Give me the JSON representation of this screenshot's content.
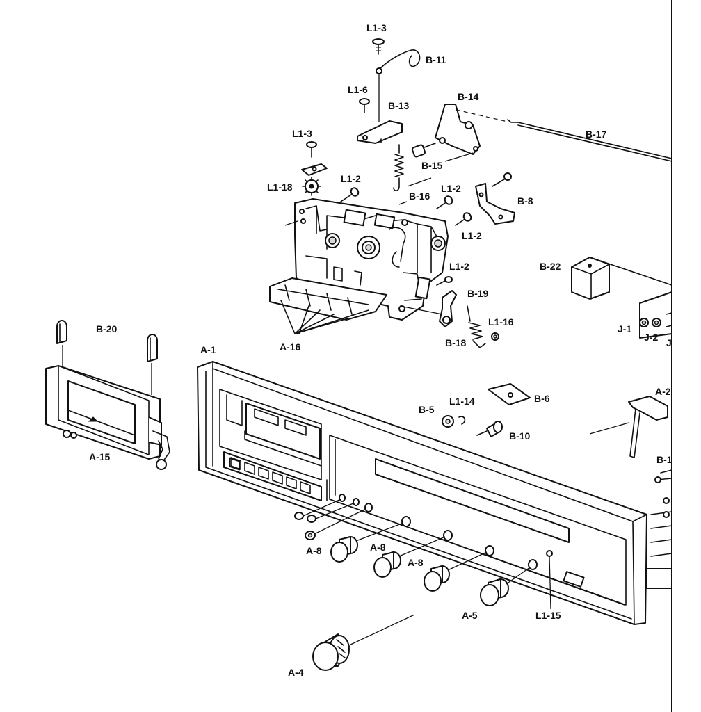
{
  "labels": {
    "l1_3_top": "L1-3",
    "b11": "B-11",
    "l1_6": "L1-6",
    "b13": "B-13",
    "b14": "B-14",
    "b17": "B-17",
    "l1_3_left": "L1-3",
    "b15": "B-15",
    "l1_18": "L1-18",
    "l1_2_a": "L1-2",
    "b16": "B-16",
    "l1_2_b": "L1-2",
    "b8": "B-8",
    "l1_2_c": "L1-2",
    "b22": "B-22",
    "l1_2_d": "L1-2",
    "b19": "B-19",
    "l1_16": "L1-16",
    "j1": "J-1",
    "j2": "J-2",
    "j_cut": "J",
    "b18": "B-18",
    "a16": "A-16",
    "b20": "B-20",
    "a1": "A-1",
    "b5": "B-5",
    "l1_14": "L1-14",
    "b6": "B-6",
    "a2_cut": "A-2",
    "b10": "B-10",
    "a15": "A-15",
    "b1_cut": "B-1",
    "a8_1": "A-8",
    "a8_2": "A-8",
    "a8_3": "A-8",
    "a5": "A-5",
    "l1_15": "L1-15",
    "a4": "A-4"
  },
  "colors": {
    "ink": "#111111",
    "paper": "#ffffff"
  }
}
